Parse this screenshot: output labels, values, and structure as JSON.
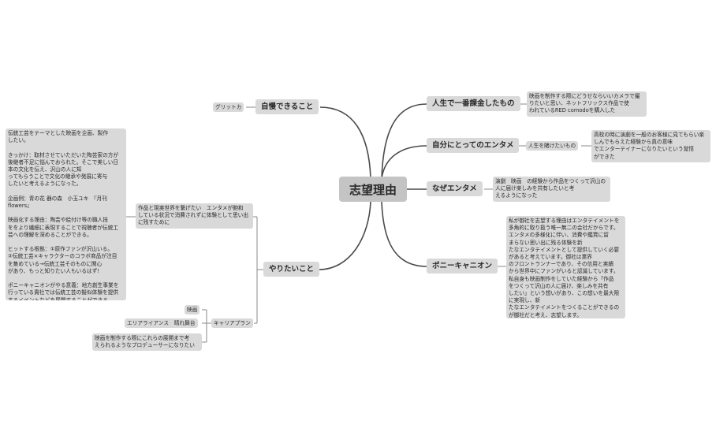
{
  "root": {
    "label": "志望理由"
  },
  "right_topics": [
    {
      "label": "人生で一番課金したもの",
      "detail": "映画を制作する際にどうせならいいカメラで撮\nりたいと思い、ネットフリックス作品で使\nわれているRED comodoを購入した"
    },
    {
      "label": "自分にとってのエンタメ",
      "middle": "人生を賭けたいもの",
      "detail": "高校の時に演劇を一般のお客様に見てもらい楽\nしんでもらえた経験から真の意味\nでエンターテイナーになりたいという覚悟\nができた"
    },
    {
      "label": "なぜエンタメ",
      "detail": "演劇　映画　の経験から作品をつくって沢山の\n人に届け楽しみを共有したいと考\nえるようになった"
    },
    {
      "label": "ポニーキャニオン",
      "detail": "私が御社を志望する理由はエンタテイメントを\n多角的に取り扱う唯一無二の会社だからです。\nエンタメの多様化に伴い、消費や鑑賞に留\nまらない思い出に残る体験を新\nたなエンタテイメントとして提供していく必要\nがあると考えています。御社は業界\nのフロントランナーであり、その信用と実績\nから世界中にファンがいると認識しています。\n私自身も映画制作をしていた経験から「作品\nをつくって沢山の人に届け、楽しみを共有\nしたい」という想いがあり、この想いを最大限\nに実現し、新\nたなエンタテイメントをつくることができるの\nが御社だと考え、志望します。"
    }
  ],
  "left_topics": {
    "pride": {
      "label": "自慢できること",
      "detail": "グリットカ"
    },
    "want": {
      "label": "やりたいこと",
      "works": {
        "label": "作品と現実世界を繋げたい　エンタメが飽和\nしている状況で消費されずに体験として思い出\nに残すために",
        "detail": "伝統工芸をテーマとした映画を企画、製作\nしたい。\n\nきっかけ：取材させていただいた陶芸家の方が\n後継者不足に悩んでおられた。そこで美しい日\n本の文化を伝え、沢山の人に知\nってもらうことで文化の継承や発展に寄与\nしたいと考えるようになった。\n\n企画例：青の花 器の森　小玉ユキ　『月刊\nflowers』\n\n映画化する理由：陶芸や絵付け等の職人技\nををより繊細に表現することで視聴者が伝統工\n芸への理解を深めることができる。\n\nヒットする根拠：①原作ファンが沢山いる。\n②伝統工芸×キャラクターのコラボ商品が注目\nを集めている→伝統工芸そのものに関心\nがあり、もっと知りたい人もいるはず!\n\nポニーキャニオンがやる意義：地方創生事業を\n行っている貴社では伝統工芸の擬似体験を提供\nするイベントなどを展開することができる。"
      },
      "career": {
        "label": "キャリアプラン",
        "items": [
          "映画",
          "エリアライアンス　晴れ舞台",
          "映画を制作する際にこれらの展開まで考\nえられるようなプロデューサーになりたい"
        ]
      }
    }
  },
  "colors": {
    "node_fill": "#d9d9d9",
    "root_fill": "#c4c4c4",
    "link": "#4a4a4a",
    "link_thin": "#8a8a8a"
  }
}
